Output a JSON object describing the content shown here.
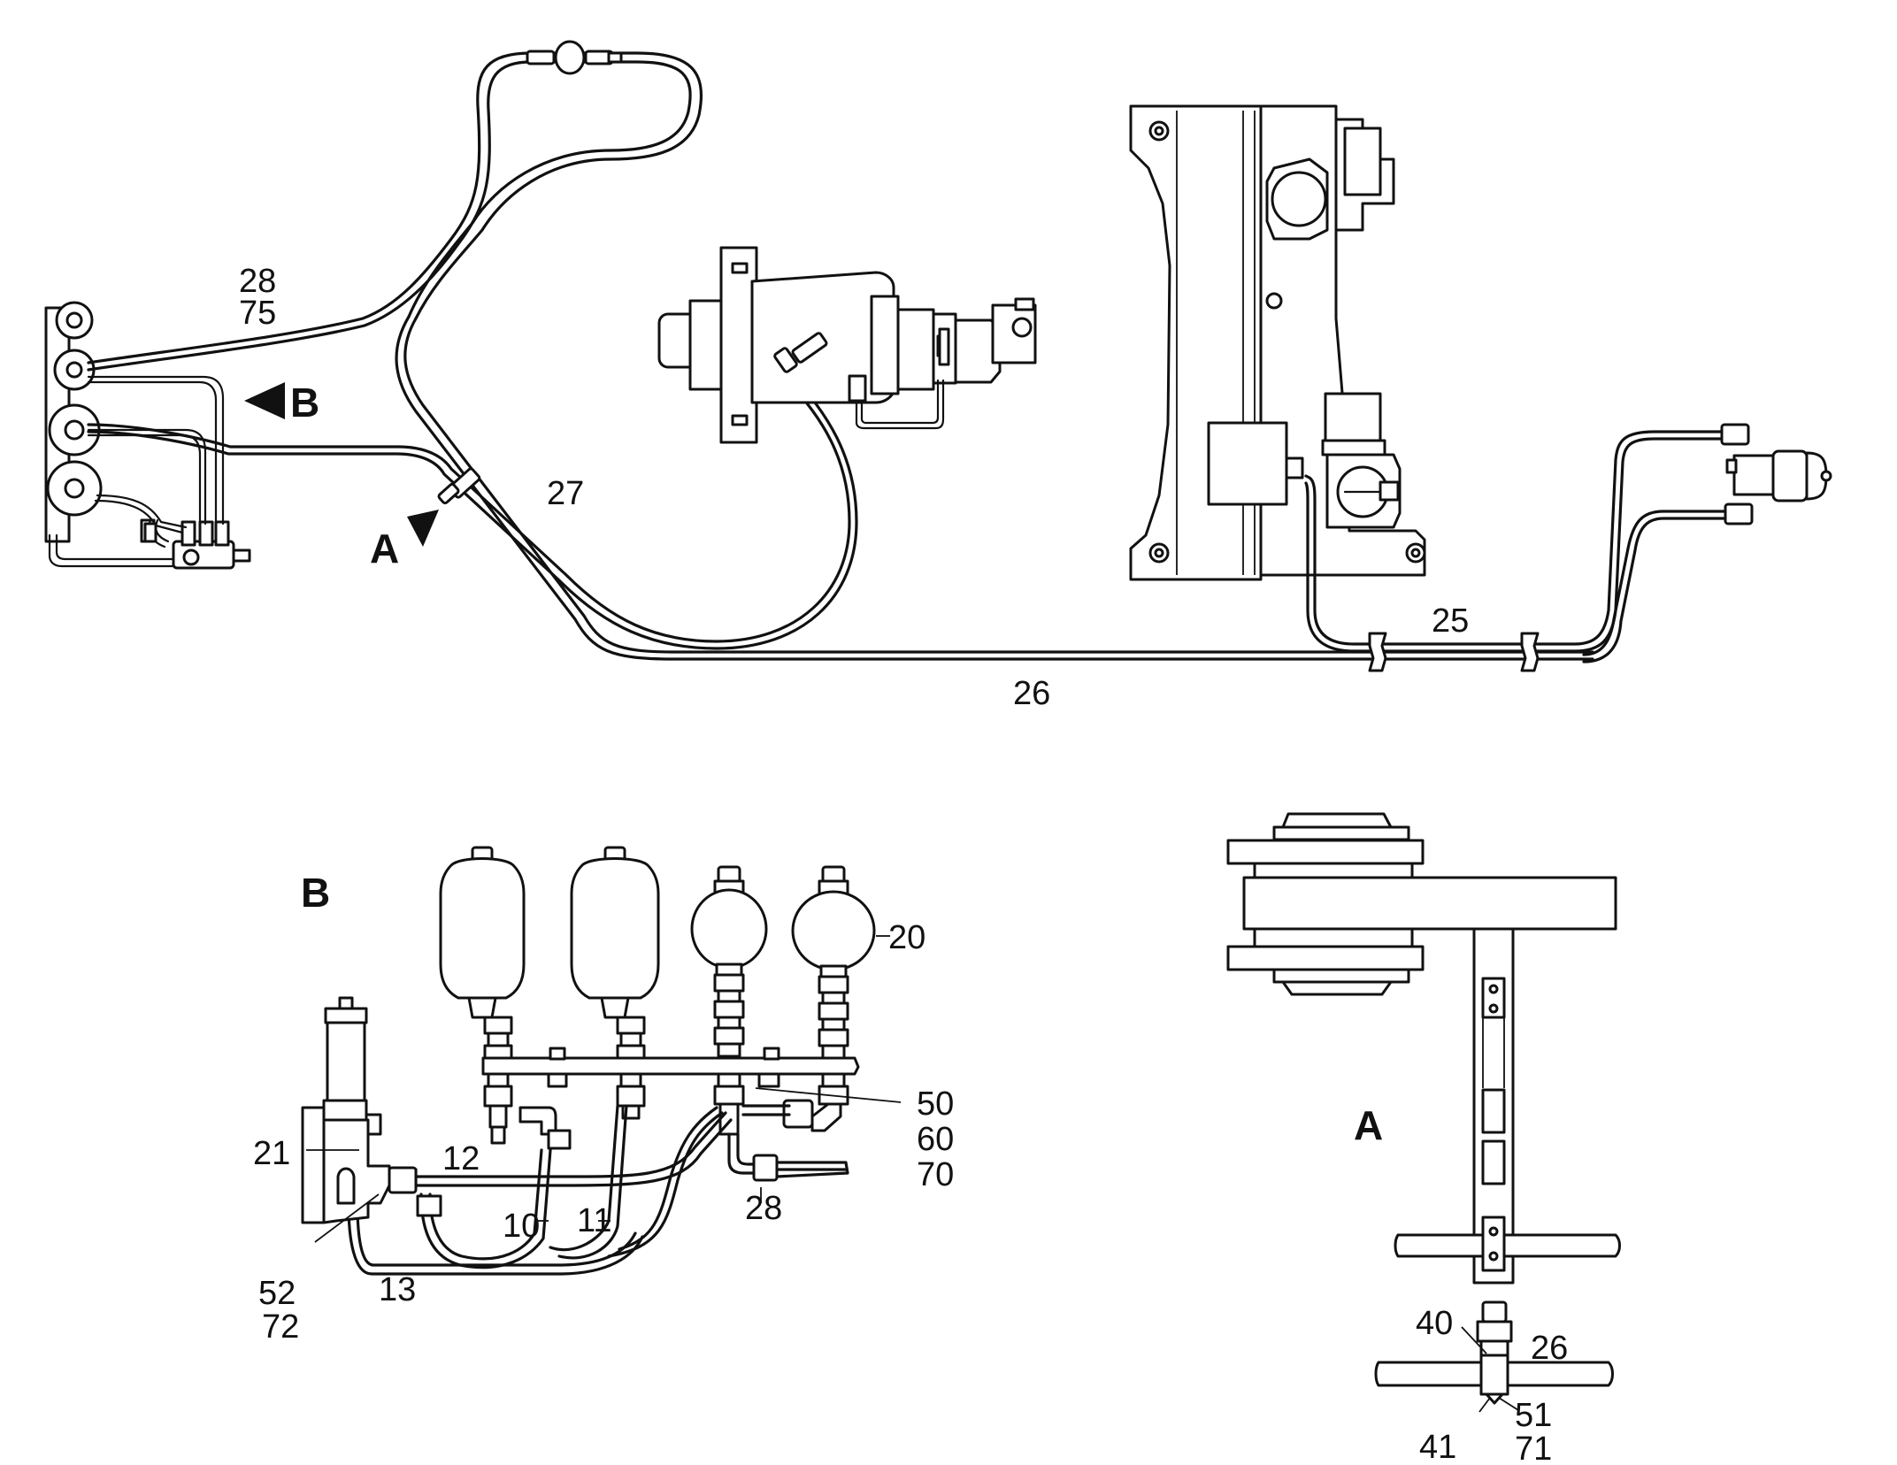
{
  "diagram": {
    "overview_labels": {
      "l28": "28",
      "l75": "75",
      "l27": "27",
      "l25": "25",
      "l26": "26",
      "view_a": "A",
      "view_b": "B"
    },
    "detail_b": {
      "title": "B",
      "l20": "20",
      "l21": "21",
      "l12": "12",
      "l10": "10",
      "l11": "11",
      "l13": "13",
      "l52": "52",
      "l72": "72",
      "l28": "28",
      "l50": "50",
      "l60": "60",
      "l70": "70"
    },
    "detail_a": {
      "title": "A",
      "l40": "40",
      "l26": "26",
      "l41": "41",
      "l51": "51",
      "l71": "71"
    }
  }
}
